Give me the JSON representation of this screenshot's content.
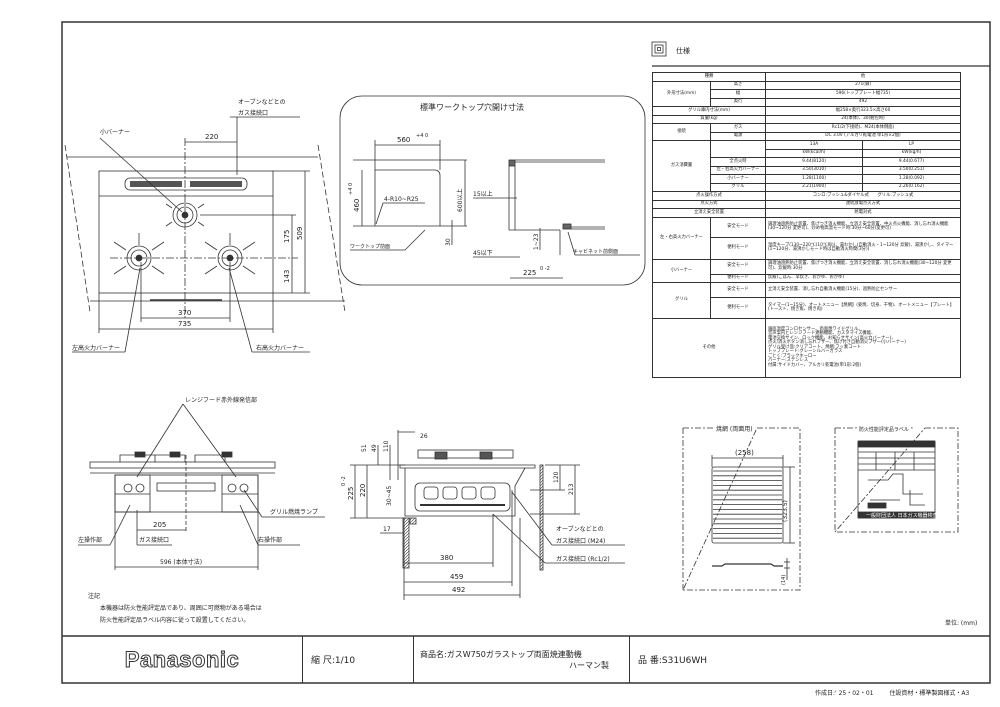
{
  "spec_title": "仕様",
  "spec": {
    "type_label": "種類",
    "type_value": "他",
    "outer_dim_label": "外形寸法(mm)",
    "height_label": "高さ",
    "height_value": "271(脚)",
    "width_label": "幅",
    "width_value": "596(トッププレート幅735)",
    "depth_label": "奥行",
    "depth_value": "492",
    "grill_dim_label": "グリル庫内寸法(mm)",
    "grill_dim_value": "幅258×奥行323.5×高さ60",
    "mass_label": "質量(kg)",
    "mass_value": "24(本体)、30(梱包時)",
    "connect_label": "接続",
    "gas_label": "ガス",
    "gas_value": "Rc1/2(下接続)、M24(本体側面)",
    "power_label": "電源",
    "power_value": "DC 3.0V (アルカリ乾電池 単1形×2個)",
    "consumption_label": "ガス消費量",
    "col_13a": "13A",
    "col_lp": "LP",
    "unit_13a": "kW(kcal/h)",
    "unit_lp": "kW(kg/h)",
    "rows": [
      {
        "label": "全点火時",
        "a": "9.44(8120)",
        "lp": "9.44(0.677)"
      },
      {
        "label": "左・右高火力バーナー",
        "a": "3.50(3010)",
        "lp": "3.50(0.251)"
      },
      {
        "label": "小バーナー",
        "a": "1.28(1100)",
        "lp": "1.28(0.092)"
      },
      {
        "label": "グリル",
        "a": "2.21(1900)",
        "lp": "2.26(0.162)"
      }
    ],
    "ignition_op_label": "点火操作方式",
    "ignition_op_value": "コンロ:プッシュ&ダイヤル式　　グリル:プッシュ式",
    "ignition_label": "点火方式",
    "ignition_value": "連続放電点火方式",
    "flameout_label": "立消え安全装置",
    "flameout_value": "熱電対式",
    "lr_label": "左・右高火力バーナー",
    "safe_mode": "安全モード",
    "conv_mode": "便利モード",
    "lr_safe": "調理油過熱防止装置、焦げつき消火機能、立消え安全装置、中火点火機能、消し忘れ消火機能(30~120分 変更可)、炒め物高温モード時:30分~60分(変更可)",
    "lr_conv": "温度キープ(130~220℃(10℃毎))、湯わかし(自動消火・1~120分 炊飯)、湯沸かし、タイマー(1~120分、湯沸かしモード時は自動消火時間(3分))",
    "small_label": "小バーナー",
    "small_safe": "調理油過熱防止装置、焦げつき消火機能、立消え安全装置、消し忘れ消火機能(30~120分 変更可)、炊飯時:30分",
    "small_conv": "炊飯(ごはん、早炊き、おかゆ、おかゆ)",
    "grill_label": "グリル",
    "grill_safe": "立消え安全装置、消し忘れ自動消火機能(15分)、過熱防止センサー",
    "grill_conv": "タイマー(1~15分)、オートメニュー【焼網】(姿焼、切身、干物)、オートメニュー【プレート】(トースト、焼き魚、焼き肉)",
    "other_label": "その他",
    "other_lines": [
      "鍋底温度コンロセンサー、両面焼ワイドグリル、",
      "音声案内とレンジフード連動機能、カスタマイズ機能、",
      "電池交換サイン、ロック機能、お知らせサイン(高火力バーナー)、",
      "点火/消火ボタン消し忘れブザー、焦げ付き自動消火ブザー(小バーナー)",
      "グリル受け皿:クリアコート、焼網:フッ素コート",
      "トッププレート:グレーシルバーガラス",
      "ごとく:ブラックホーロー",
      "バーナー:ステンレス",
      "付属:サイドカバー、アルカリ乾電池(単1形:2個)"
    ]
  },
  "top_view": {
    "small_burner": "小バーナー",
    "oven_gas_1": "オーブンなどとの",
    "oven_gas_2": "ガス接続口",
    "dim_220": "220",
    "dim_175": "175",
    "dim_143": "143",
    "dim_509": "509",
    "dim_370": "370",
    "dim_735": "735",
    "left_burner": "左高火力バーナー",
    "right_burner": "右高火力バーナー"
  },
  "cutout": {
    "title": "標準ワークトップ穴開け寸法",
    "dim_560": "560",
    "tol_560": "+4 0",
    "dim_460": "460",
    "tol_460": "+4 0",
    "radius": "4-R10~R25",
    "dim_600": "600以上",
    "dim_30": "30",
    "worktop_front": "ワークトップ前面",
    "dim_15": "15以上",
    "dim_45": "45以下",
    "dim_1_23": "1~23",
    "dim_225": "225",
    "tol_225": "0 -2",
    "cabinet_front": "キャビネット前側面"
  },
  "front_view": {
    "hood_ir": "レンジフード赤外線発信部",
    "grill_lamp": "グリル燃焼ランプ",
    "left_control": "左操作部",
    "right_control": "右操作部",
    "gas_inlet": "ガス接続口",
    "dim_205": "205",
    "dim_596": "596 (本体寸法)"
  },
  "side_view": {
    "dim_26": "26",
    "dim_51": "51",
    "dim_49": "49",
    "dim_110": "110",
    "dim_225": "225",
    "tol_225": "0 -2",
    "dim_220": "220",
    "dim_30_45": "30~45",
    "dim_120": "120",
    "dim_213": "213",
    "dim_17": "17",
    "dim_380": "380",
    "dim_459": "459",
    "dim_492": "492",
    "oven_gas_1": "オーブンなどとの",
    "oven_gas_2": "ガス接続口 (M24)",
    "gas_rc": "ガス接続口 (Rc1/2)"
  },
  "grill_net": {
    "title": "焼網 (両面用)",
    "dim_258": "(258)",
    "dim_323": "(323.5)",
    "dim_14": "(14)"
  },
  "fire_label": {
    "title": "\" 防火性能評定品ラベル \"",
    "org": "一般財団法人 日本ガス機器検査協会"
  },
  "notes": {
    "heading": "注記",
    "line1": "本機器は防火性能評定品であり、周囲に可燃物がある場合は",
    "line2": "防火性能評定品ラベル内容に従って設置してください。"
  },
  "unit": "単位: (mm)",
  "title_block": {
    "brand": "Panasonic",
    "scale": "縮 尺:1/10",
    "product_1": "商品名:ガスW750ガラストップ両面焼連動機",
    "product_2": "ハーマン製",
    "model": "品 番:S31U6WH"
  },
  "footer": {
    "date": "作成日:' 25・02・01",
    "format": "住設資材・標準製図様式・A3"
  }
}
